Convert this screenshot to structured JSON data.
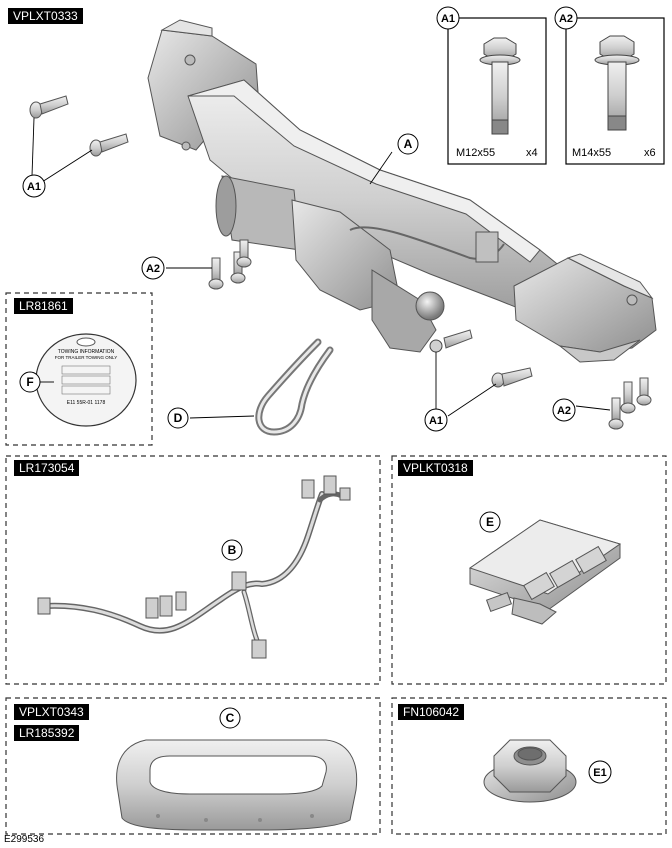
{
  "header_code": "VPLXT0333",
  "figure_code": "E299536",
  "callouts": {
    "A": "A",
    "A1": "A1",
    "A2": "A2",
    "B": "B",
    "C": "C",
    "D": "D",
    "E": "E",
    "E1": "E1",
    "F": "F"
  },
  "fastener_boxes": [
    {
      "label": "A1",
      "size": "M12x55",
      "qty": "x4"
    },
    {
      "label": "A2",
      "size": "M14x55",
      "qty": "x6"
    }
  ],
  "panels": {
    "sticker": {
      "code": "LR81861"
    },
    "harness": {
      "code": "LR173054"
    },
    "module": {
      "code": "VPLKT0318"
    },
    "bumper": {
      "codes": [
        "VPLXT0343",
        "LR185392"
      ]
    },
    "nut": {
      "code": "FN106042"
    }
  },
  "sticker_text": {
    "line1": "TOWING INFORMATION",
    "line2": "FOR TRAILER TOWING ONLY",
    "line3": "E11 55R-01 1178"
  },
  "colors": {
    "part_fill": "#d9d9d9",
    "part_dark": "#a8a8a8",
    "part_edge": "#555555",
    "label_bg": "#000000",
    "label_text": "#ffffff",
    "dash": "#333333"
  }
}
